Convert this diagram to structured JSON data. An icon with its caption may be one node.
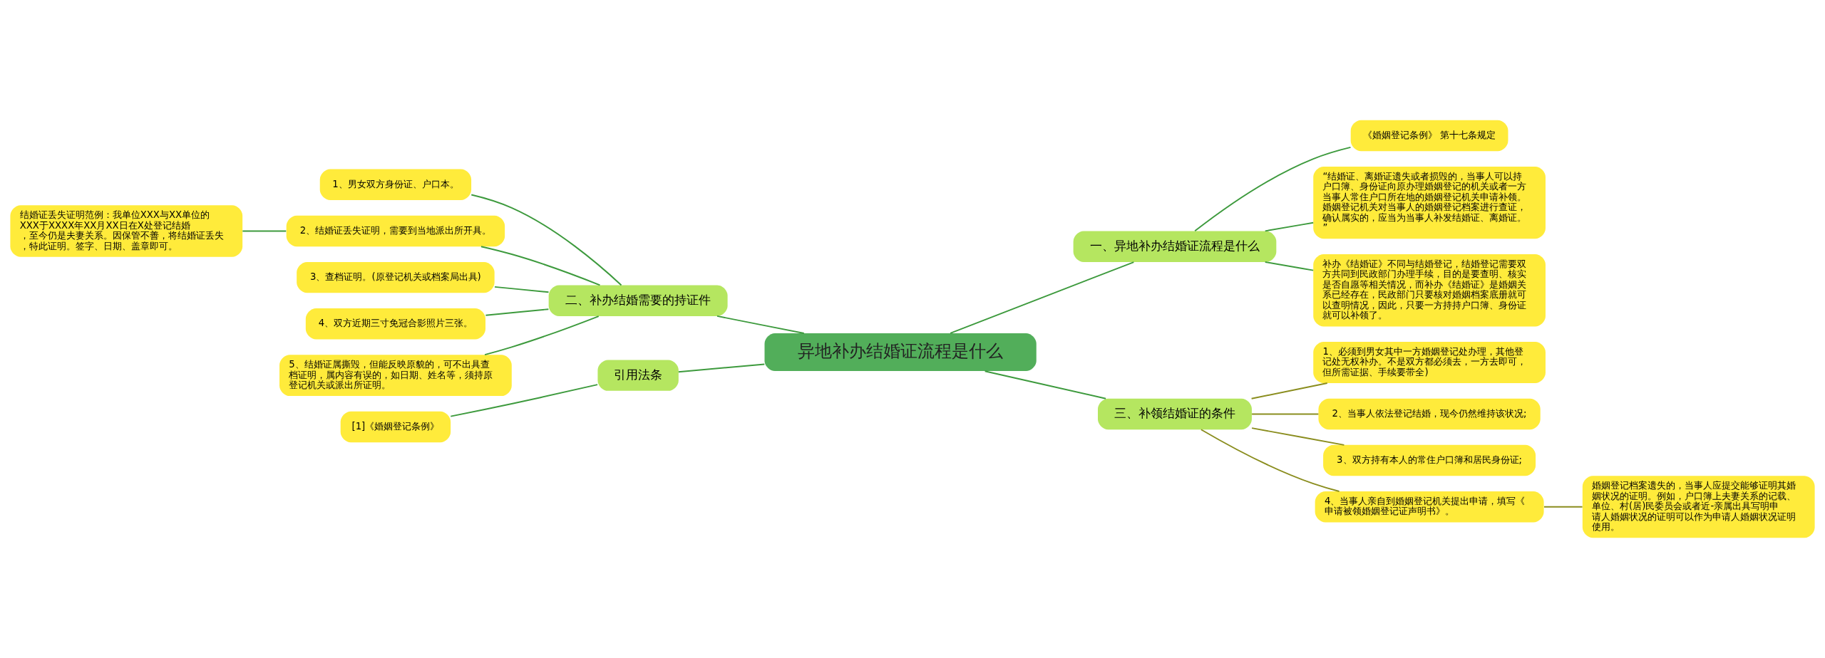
{
  "diagram": {
    "nodes": [
      {
        "text": [
          "异地补办结婚证流程是什么"
        ]
      },
      {
        "text": [
          "一、异地补办结婚证流程是什么"
        ]
      },
      {
        "text": [
          "《婚姻登记条例》 第十七条规定"
        ]
      },
      {
        "text": [
          "“结婚证、离婚证遗失或者损毁的，当事人可以持户口簿、身份证向原办理婚姻登记的机关或者一方当事人常住户口所在地的婚姻登记机关申请补领。婚姻登记机关对当事人的婚姻登记档案进行查证，确认属实的，应当为当事人补发结婚证、离婚证。”"
        ]
      },
      {
        "text": [
          "补办《结婚证》不同与结婚登记，结婚登记需要双方共同到民政部门办理手续，目的是要查明、核实是否自愿等相关情况，而补办《结婚证》是婚姻关系已经存在，民政部门只要核对婚姻档案底册就可以查明情况，因此，只要一方持持户口簿、身份证就可以补领了。"
        ]
      },
      {
        "text": [
          "二、补办结婚需要的持证件"
        ]
      },
      {
        "text": [
          "1、男女双方身份证、户口本。"
        ]
      },
      {
        "text": [
          "2、结婚证丢失证明，需要到当地派出所开具。"
        ]
      },
      {
        "text": [
          "结婚证丢失证明范例：我单位XXX与XX单位的XXX于XXXX年XX月XX日在X处登记结婚，至今仍是夫妻关系。因保管不善，将结婚证丢失，特此证明。签字、日期、盖章即可。"
        ]
      },
      {
        "text": [
          "3、查档证明。(原登记机关或档案局出具)"
        ]
      },
      {
        "text": [
          "4、双方近期三寸免冠合影照片三张。"
        ]
      },
      {
        "text": [
          "5、结婚证属撕毁，但能反映原貌的，可不出具查档证明，属内容有误的，如日期、姓名等，须持原登记机关或派出所证明。"
        ]
      },
      {
        "text": [
          "三、补领结婚证的条件"
        ]
      },
      {
        "text": [
          "1、必须到男女其中一方婚姻登记处办理，其他登记处无权补办。不是双方都必须去，一方去即可，但所需证据、手续要带全)"
        ]
      },
      {
        "text": [
          "2、当事人依法登记结婚，现今仍然维持该状况;"
        ]
      },
      {
        "text": [
          "3、双方持有本人的常住户口簿和居民身份证;"
        ]
      },
      {
        "text": [
          "4、当事人亲自到婚姻登记机关提出申请，填写《申请被领婚姻登记证声明书》。"
        ]
      },
      {
        "text": [
          "婚姻登记档案遗失的，当事人应提交能够证明其婚姻状况的证明。例如，户口簿上夫妻关系的记载、单位、村(居)民委员会或者近-亲属出具写明申请人婚姻状况的证明可以作为申请人婚姻状况证明使用。"
        ]
      },
      {
        "text": [
          "引用法条"
        ]
      },
      {
        "text": [
          "[1]《婚姻登记条例》"
        ]
      }
    ],
    "edges": [
      {
        "from": 0,
        "to": 1,
        "arrow": "none"
      },
      {
        "from": 1,
        "to": 2,
        "arrow": "none"
      },
      {
        "from": 1,
        "to": 3,
        "arrow": "none"
      },
      {
        "from": 1,
        "to": 4,
        "arrow": "none"
      },
      {
        "from": 0,
        "to": 5,
        "arrow": "none"
      },
      {
        "from": 5,
        "to": 6,
        "arrow": "none"
      },
      {
        "from": 5,
        "to": 7,
        "arrow": "none"
      },
      {
        "from": 7,
        "to": 8,
        "arrow": "none"
      },
      {
        "from": 5,
        "to": 9,
        "arrow": "none"
      },
      {
        "from": 5,
        "to": 10,
        "arrow": "none"
      },
      {
        "from": 5,
        "to": 11,
        "arrow": "none"
      },
      {
        "from": 0,
        "to": 12,
        "arrow": "none"
      },
      {
        "from": 12,
        "to": 13,
        "arrow": "none",
        "color": "#8a8d1e"
      },
      {
        "from": 12,
        "to": 14,
        "arrow": "none",
        "color": "#8a8d1e"
      },
      {
        "from": 12,
        "to": 15,
        "arrow": "none",
        "color": "#8a8d1e"
      },
      {
        "from": 12,
        "to": 16,
        "arrow": "none",
        "color": "#8a8d1e"
      },
      {
        "from": 16,
        "to": 17,
        "arrow": "none",
        "color": "#8a8d1e"
      },
      {
        "from": 0,
        "to": 18,
        "arrow": "none"
      },
      {
        "from": 18,
        "to": 19,
        "arrow": "none"
      }
    ]
  }
}
